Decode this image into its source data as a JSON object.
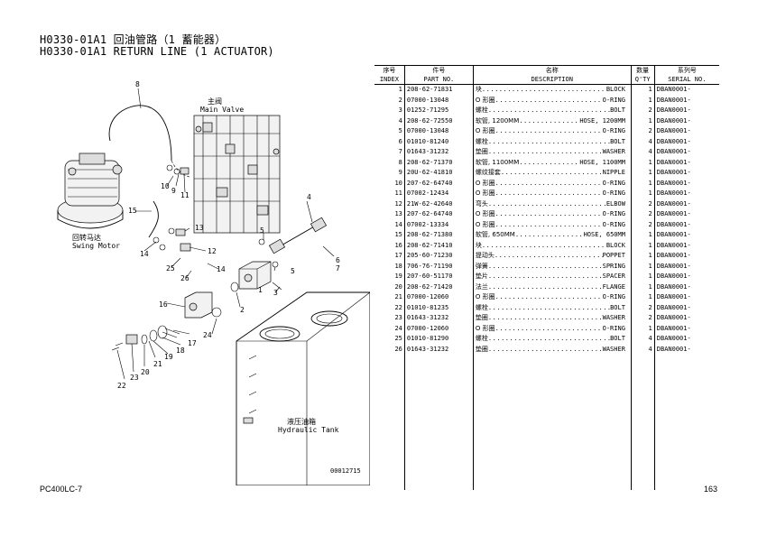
{
  "title": {
    "line1": "H0330-01A1 回油管路（1 蓄能器）",
    "line2": "H0330-01A1 RETURN LINE (1 ACTUATOR)"
  },
  "diagram": {
    "labels": {
      "main_valve_cn": "主阀",
      "main_valve_en": "Main Valve",
      "swing_motor_cn": "回转马达",
      "swing_motor_en": "Swing Motor",
      "hydraulic_tank_cn": "液压油箱",
      "hydraulic_tank_en": "Hydraulic Tank",
      "drawing_no": "00012715"
    },
    "callouts": [
      "8",
      "4",
      "10",
      "9",
      "11",
      "15",
      "13",
      "14",
      "12",
      "26",
      "25",
      "14",
      "5",
      "5",
      "6",
      "1",
      "3",
      "16",
      "2",
      "24",
      "17",
      "18",
      "19",
      "20",
      "21",
      "23",
      "22",
      "7"
    ]
  },
  "table": {
    "headers": {
      "index_cn": "序号",
      "index_en": "INDEX",
      "part_cn": "件号",
      "part_en": "PART NO.",
      "desc_cn": "名称",
      "desc_en": "DESCRIPTION",
      "qty_cn": "数量",
      "qty_en": "Q'TY",
      "serial_cn": "系列号",
      "serial_en": "SERIAL NO."
    },
    "rows": [
      {
        "index": "1",
        "part": "208-62-71831",
        "cn": "块",
        "en": "BLOCK",
        "qty": "1",
        "serial": "DBAN0001-"
      },
      {
        "index": "2",
        "part": "07000-13048",
        "cn": "O 形圈",
        "en": "O-RING",
        "qty": "1",
        "serial": "DBAN0001-"
      },
      {
        "index": "3",
        "part": "01252-71295",
        "cn": "螺栓",
        "en": "BOLT",
        "qty": "2",
        "serial": "DBAN0001-"
      },
      {
        "index": "4",
        "part": "208-62-72550",
        "cn": "软管, 1200MM",
        "en": "HOSE, 1200MM",
        "qty": "1",
        "serial": "DBAN0001-"
      },
      {
        "index": "5",
        "part": "07000-13048",
        "cn": "O 形圈",
        "en": "O-RING",
        "qty": "2",
        "serial": "DBAN0001-"
      },
      {
        "index": "6",
        "part": "01010-81240",
        "cn": "螺栓",
        "en": "BOLT",
        "qty": "4",
        "serial": "DBAN0001-"
      },
      {
        "index": "7",
        "part": "01643-31232",
        "cn": "垫圈",
        "en": "WASHER",
        "qty": "4",
        "serial": "DBAN0001-"
      },
      {
        "index": "8",
        "part": "208-62-71370",
        "cn": "软管, 1100MM",
        "en": "HOSE, 1100MM",
        "qty": "1",
        "serial": "DBAN0001-"
      },
      {
        "index": "9",
        "part": "20U-62-41810",
        "cn": "螺纹接套",
        "en": "NIPPLE",
        "qty": "1",
        "serial": "DBAN0001-"
      },
      {
        "index": "10",
        "part": "207-62-64740",
        "cn": "O 形圈",
        "en": "O-RING",
        "qty": "1",
        "serial": "DBAN0001-"
      },
      {
        "index": "11",
        "part": "07002-12434",
        "cn": "O 形圈",
        "en": "O-RING",
        "qty": "1",
        "serial": "DBAN0001-"
      },
      {
        "index": "12",
        "part": "21W-62-42640",
        "cn": "弯头",
        "en": "ELBOW",
        "qty": "2",
        "serial": "DBAN0001-"
      },
      {
        "index": "13",
        "part": "207-62-64740",
        "cn": "O 形圈",
        "en": "O-RING",
        "qty": "2",
        "serial": "DBAN0001-"
      },
      {
        "index": "14",
        "part": "07002-13334",
        "cn": "O 形圈",
        "en": "O-RING",
        "qty": "2",
        "serial": "DBAN0001-"
      },
      {
        "index": "15",
        "part": "208-62-71380",
        "cn": "软管, 650MM",
        "en": "HOSE, 650MM",
        "qty": "1",
        "serial": "DBAN0001-"
      },
      {
        "index": "16",
        "part": "208-62-71410",
        "cn": "块",
        "en": "BLOCK",
        "qty": "1",
        "serial": "DBAN0001-"
      },
      {
        "index": "17",
        "part": "205-60-71230",
        "cn": "提动头",
        "en": "POPPET",
        "qty": "1",
        "serial": "DBAN0001-"
      },
      {
        "index": "18",
        "part": "706-76-71190",
        "cn": "弹簧",
        "en": "SPRING",
        "qty": "1",
        "serial": "DBAN0001-"
      },
      {
        "index": "19",
        "part": "207-60-51170",
        "cn": "垫片",
        "en": "SPACER",
        "qty": "1",
        "serial": "DBAN0001-"
      },
      {
        "index": "20",
        "part": "208-62-71420",
        "cn": "法兰",
        "en": "FLANGE",
        "qty": "1",
        "serial": "DBAN0001-"
      },
      {
        "index": "21",
        "part": "07000-12060",
        "cn": "O 形圈",
        "en": "O-RING",
        "qty": "1",
        "serial": "DBAN0001-"
      },
      {
        "index": "22",
        "part": "01010-81235",
        "cn": "螺栓",
        "en": "BOLT",
        "qty": "2",
        "serial": "DBAN0001-"
      },
      {
        "index": "23",
        "part": "01643-31232",
        "cn": "垫圈",
        "en": "WASHER",
        "qty": "2",
        "serial": "DBAN0001-"
      },
      {
        "index": "24",
        "part": "07000-12060",
        "cn": "O 形圈",
        "en": "O-RING",
        "qty": "1",
        "serial": "DBAN0001-"
      },
      {
        "index": "25",
        "part": "01010-81290",
        "cn": "螺栓",
        "en": "BOLT",
        "qty": "4",
        "serial": "DBAN0001-"
      },
      {
        "index": "26",
        "part": "01643-31232",
        "cn": "垫圈",
        "en": "WASHER",
        "qty": "4",
        "serial": "DBAN0001-"
      }
    ]
  },
  "footer": {
    "model": "PC400LC-7",
    "page": "163"
  }
}
